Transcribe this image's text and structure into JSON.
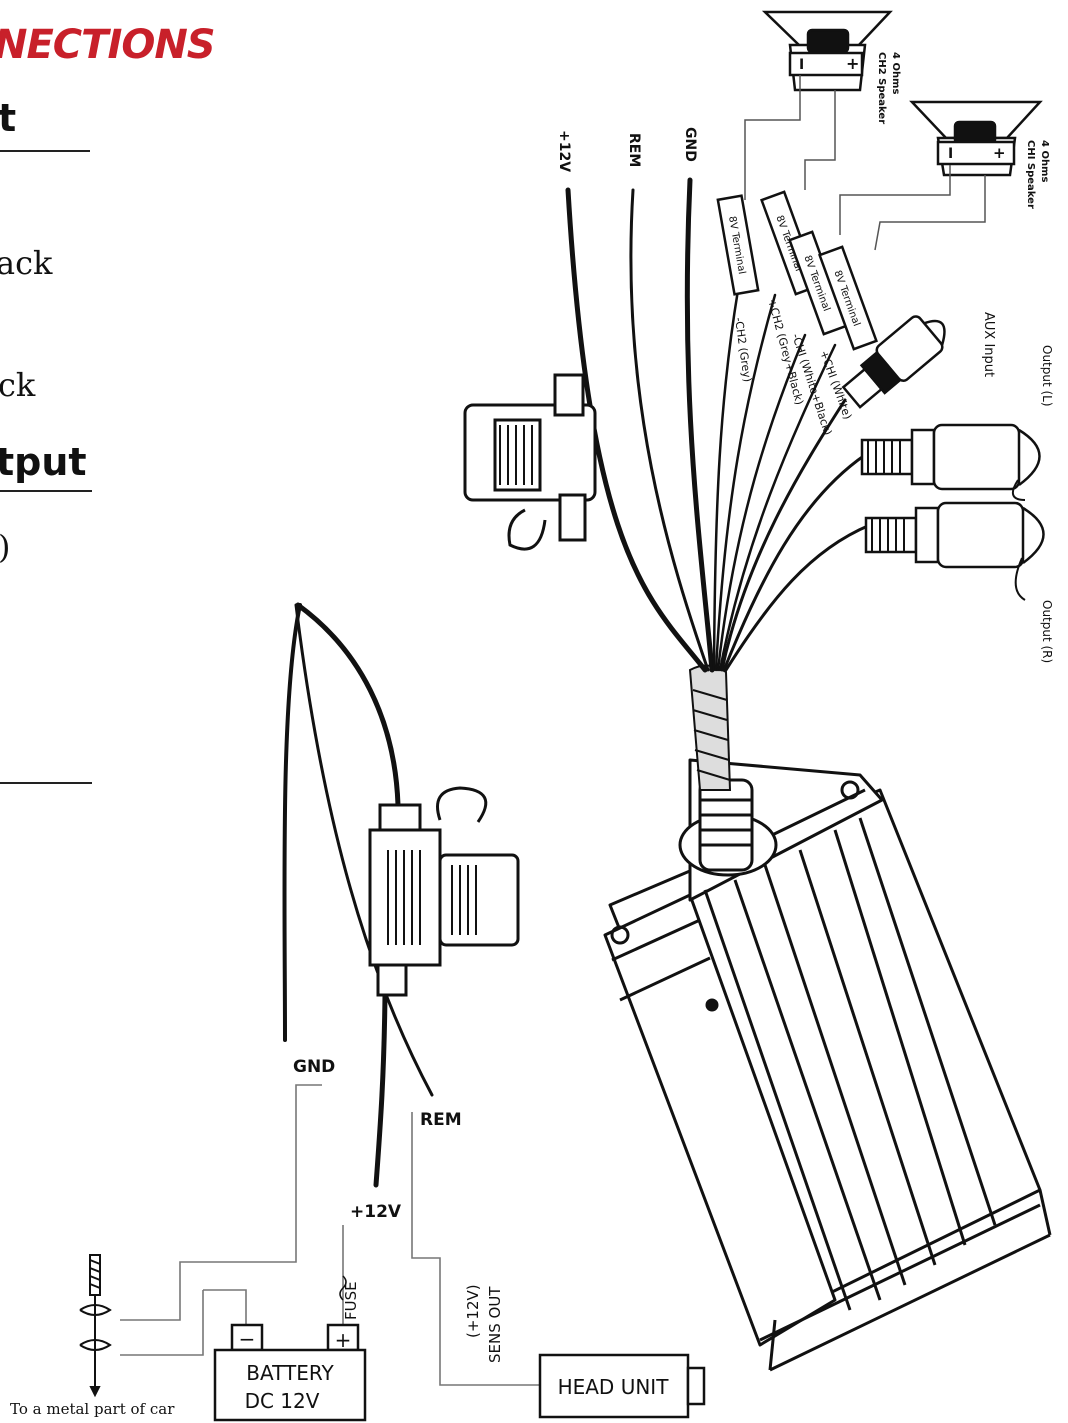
{
  "heading": {
    "title": "NECTIONS",
    "section_input": "t",
    "fragment_ack": "ack",
    "fragment_ck": "ck",
    "section_output": "tput",
    "fragment_paren": ")"
  },
  "wires": {
    "plus12v": "+12V",
    "rem": "REM",
    "gnd": "GND"
  },
  "speakers": {
    "ch2": {
      "ohms": "4 Ohms",
      "name": "CH2 Speaker",
      "minus": "I",
      "plus": "+"
    },
    "ch1": {
      "ohms": "4 Ohms",
      "name": "CHI Speaker",
      "minus": "I",
      "plus": "+"
    }
  },
  "terminals": {
    "t1": "8V Terminal",
    "t2": "8V Terminal",
    "t3": "8V Terminal",
    "t4": "8V Terminal"
  },
  "wire_colors": {
    "ch2_minus": "-CH2 (Grey)",
    "ch2_plus": "+CH2 (Grey+Black)",
    "ch1_minus": "-CHI (White+Black)",
    "ch1_plus": "+CHI (White)"
  },
  "rca": {
    "aux": "AUX Input",
    "out_l": "Output (L)",
    "out_r": "Output (R)"
  },
  "bottom": {
    "gnd": "GND",
    "rem": "REM",
    "plus12v": "+12V",
    "fuse": "FUSE",
    "sens_line1": "(+12V)",
    "sens_line2": "SENS OUT",
    "battery_line1": "BATTERY",
    "battery_line2": "DC 12V",
    "battery_minus": "−",
    "battery_plus": "+",
    "head_unit": "HEAD UNIT",
    "ground_note": "To a metal part of car"
  },
  "colors": {
    "accent_red": "#c8202a",
    "ink": "#111111"
  }
}
